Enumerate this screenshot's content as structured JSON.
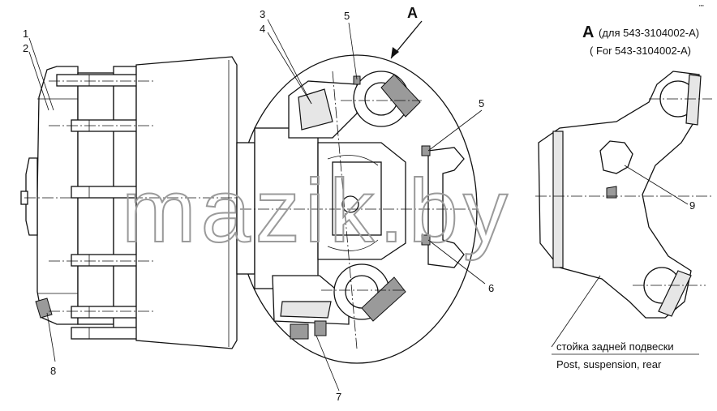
{
  "callouts": {
    "n1": "1",
    "n2": "2",
    "n3": "3",
    "n4": "4",
    "n5a": "5",
    "n5b": "5",
    "n6": "6",
    "n7": "7",
    "n8": "8",
    "n9": "9"
  },
  "view_letter": "A",
  "header": {
    "letter": "A",
    "ru": "(для 543-3104002-А)",
    "en": "( For 543-3104002-A)"
  },
  "caption": {
    "ru": "стойка задней подвески",
    "en": "Post, suspension, rear"
  },
  "watermark": "mazik.by",
  "corner_mark": "\"\""
}
